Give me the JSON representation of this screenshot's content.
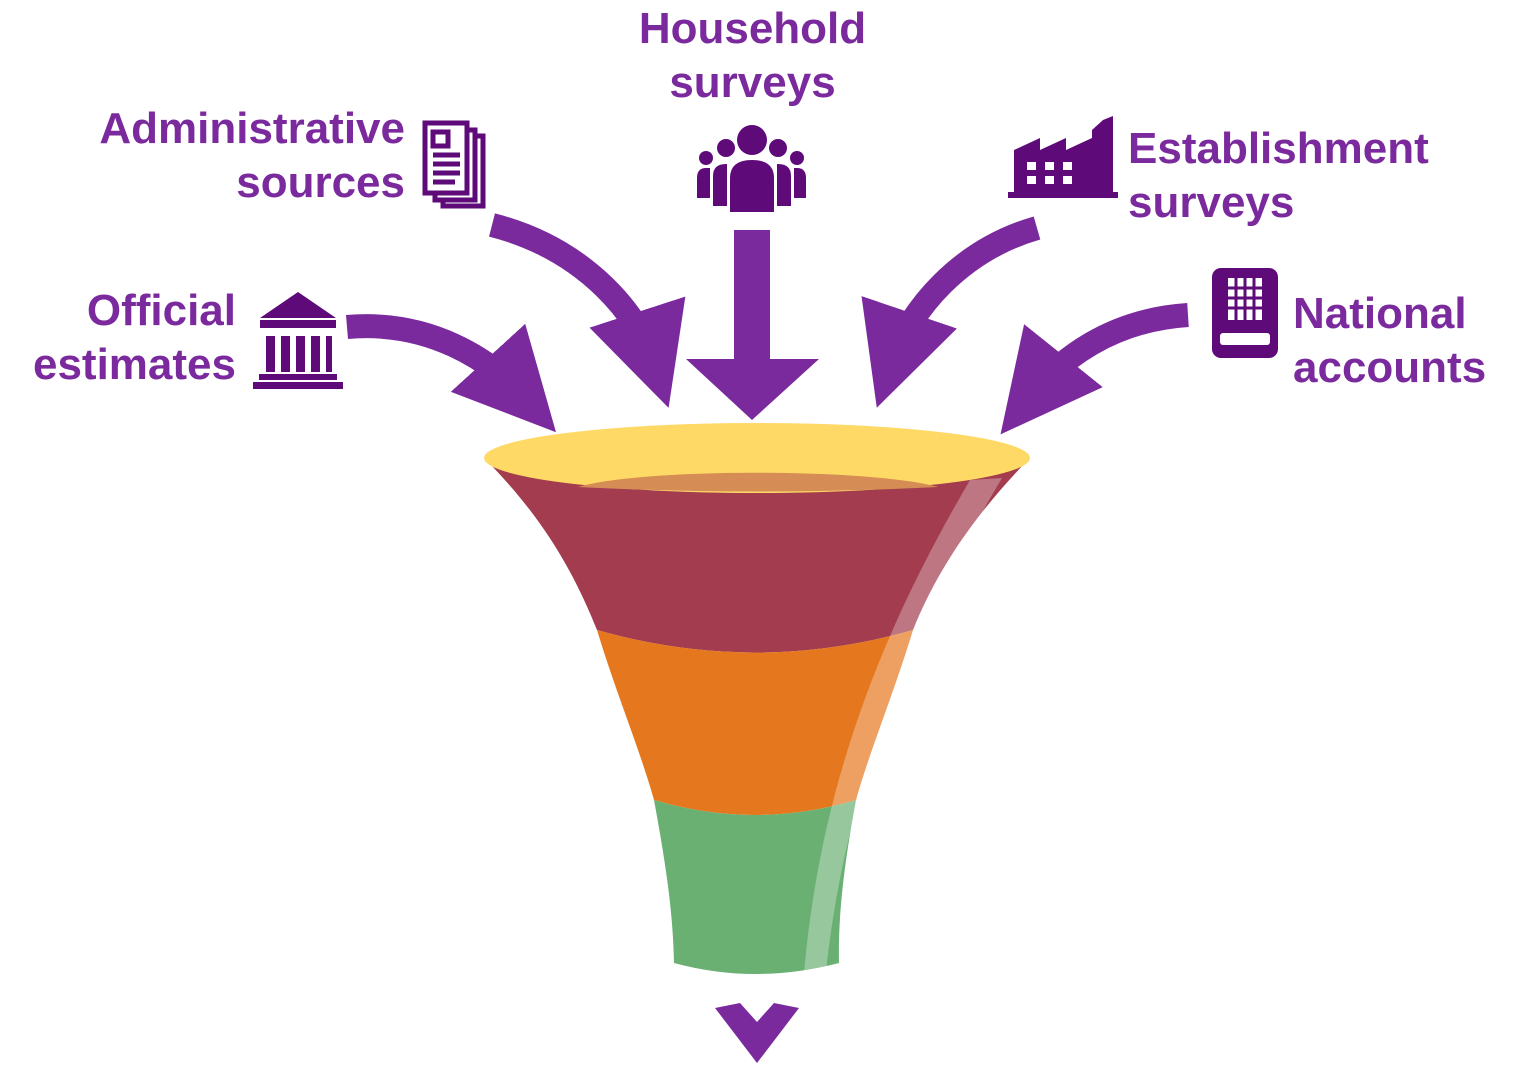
{
  "colors": {
    "purple_text": "#7B2A9E",
    "purple_icon": "#5E0A78",
    "arrow": "#7B2A9E",
    "funnel_rim": "#FFD966",
    "funnel_inner": "#D58D55",
    "funnel_top_band": "#A33C4E",
    "funnel_middle_band": "#E5781E",
    "funnel_bottom_band": "#6AB073",
    "highlight": "#FFFFFF",
    "output_chevron": "#7B2A9E"
  },
  "sources": {
    "administrative": {
      "line1": "Administrative",
      "line2": "sources",
      "icon": "documents-icon"
    },
    "household": {
      "line1": "Household",
      "line2": "surveys",
      "icon": "people-group-icon"
    },
    "establishment": {
      "line1": "Establishment",
      "line2": "surveys",
      "icon": "factory-icon"
    },
    "official": {
      "line1": "Official",
      "line2": "estimates",
      "icon": "bank-building-icon"
    },
    "national": {
      "line1": "National",
      "line2": "accounts",
      "icon": "calculator-icon"
    }
  },
  "funnel": {
    "bands": [
      "top-band",
      "middle-band",
      "bottom-band"
    ],
    "output_icon": "chevron-down-icon"
  }
}
